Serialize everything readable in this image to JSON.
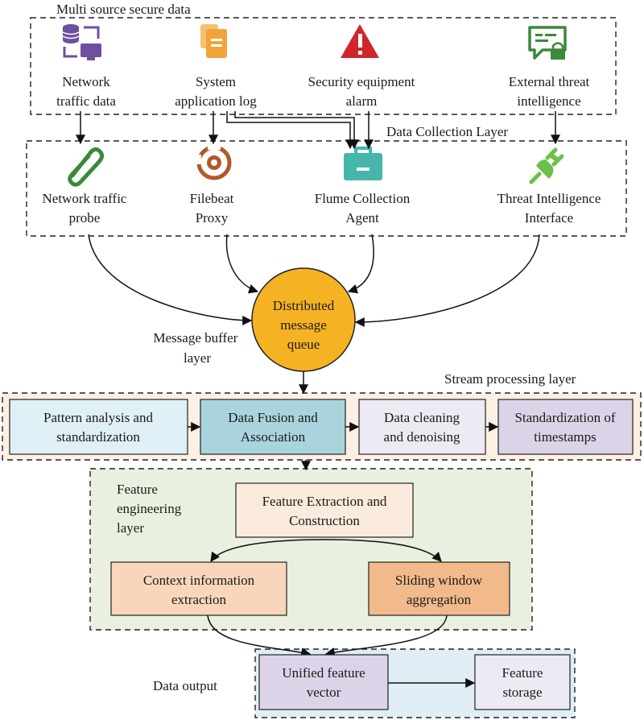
{
  "colors": {
    "purple_icon": "#6f4fa0",
    "orange_icon": "#f2a33a",
    "red_icon": "#d0252b",
    "green_icon": "#3a8a38",
    "brown_icon": "#b0592a",
    "teal_icon": "#45b6a9",
    "lime_icon": "#6cc04a",
    "queue_fill": "#f5b323",
    "stream_bg": "#fcefe3",
    "feature_bg": "#eaf0df",
    "output_bg": "#dfeef5"
  },
  "layers": {
    "sources": "Multi source secure data",
    "collection": "Data Collection Layer",
    "buffer": [
      "Message buffer",
      "layer"
    ],
    "stream": "Stream processing layer",
    "feature": [
      "Feature",
      "engineering",
      "layer"
    ],
    "output": "Data output"
  },
  "sources": [
    {
      "icon": "database-monitor-icon",
      "lines": [
        "Network",
        "traffic data"
      ]
    },
    {
      "icon": "document-icon",
      "lines": [
        "System",
        "application log"
      ]
    },
    {
      "icon": "warning-icon",
      "lines": [
        "Security equipment",
        "alarm"
      ]
    },
    {
      "icon": "chat-lock-icon",
      "lines": [
        "External threat",
        "intelligence"
      ]
    }
  ],
  "collectors": [
    {
      "icon": "paperclip-icon",
      "lines": [
        "Network traffic",
        "probe"
      ]
    },
    {
      "icon": "target-icon",
      "lines": [
        "Filebeat",
        "Proxy"
      ]
    },
    {
      "icon": "briefcase-icon",
      "lines": [
        "Flume Collection",
        "Agent"
      ]
    },
    {
      "icon": "plug-icon",
      "lines": [
        "Threat Intelligence",
        "Interface"
      ]
    }
  ],
  "queue": [
    "Distributed",
    "message",
    "queue"
  ],
  "stream_steps": [
    {
      "lines": [
        "Pattern analysis and",
        "standardization"
      ],
      "fill": "#dff0f7"
    },
    {
      "lines": [
        "Data Fusion and",
        "Association"
      ],
      "fill": "#a9d4dd"
    },
    {
      "lines": [
        "Data cleaning",
        "and denoising"
      ],
      "fill": "#edeaf3"
    },
    {
      "lines": [
        "Standardization of",
        "timestamps"
      ],
      "fill": "#ddd3e8"
    }
  ],
  "feature_steps": {
    "main": {
      "lines": [
        "Feature Extraction and",
        "Construction"
      ],
      "fill": "#fbebdc"
    },
    "left": {
      "lines": [
        "Context information",
        "extraction"
      ],
      "fill": "#f9d6bb"
    },
    "right": {
      "lines": [
        "Sliding window",
        "aggregation"
      ],
      "fill": "#f2b98a"
    }
  },
  "output_steps": {
    "vector": {
      "lines": [
        "Unified feature",
        "vector"
      ],
      "fill": "#ddd3e8"
    },
    "storage": {
      "lines": [
        "Feature",
        "storage"
      ],
      "fill": "#edeaf3"
    }
  }
}
